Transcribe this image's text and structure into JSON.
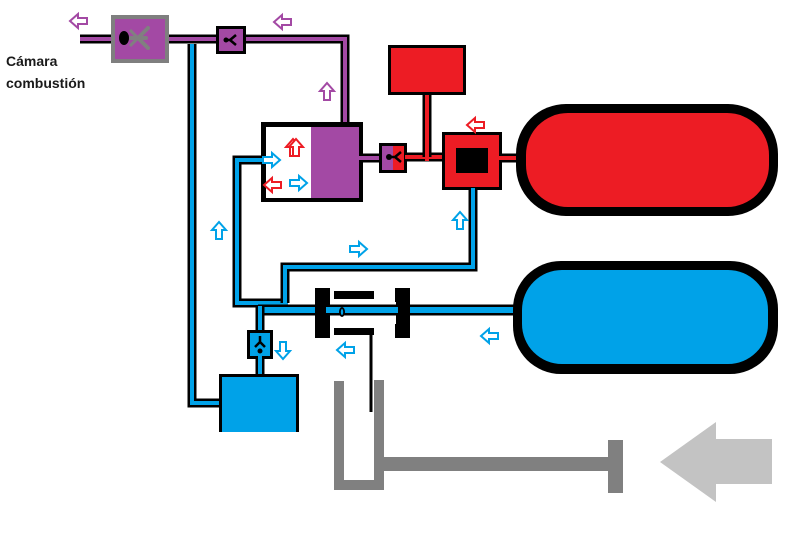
{
  "labels": {
    "chamber_line1": "Cámara",
    "chamber_line2": "combustión"
  },
  "colors": {
    "purple": "#a349a4",
    "red": "#ed1c24",
    "blue": "#00a2e8",
    "black": "#000000",
    "gray": "#7f7f7f",
    "light_gray": "#c3c3c3"
  },
  "components": [
    {
      "id": "combustion-chamber-valve",
      "fluid": "purple"
    },
    {
      "id": "check-valve-top",
      "fluid": "purple"
    },
    {
      "id": "mixing-chamber",
      "fluid": "purple"
    },
    {
      "id": "check-valve-mix",
      "fluid": "purple/red"
    },
    {
      "id": "red-reservoir",
      "fluid": "red"
    },
    {
      "id": "red-regulator",
      "fluid": "red"
    },
    {
      "id": "red-tank",
      "fluid": "red"
    },
    {
      "id": "blue-tank",
      "fluid": "blue"
    },
    {
      "id": "piston-valve",
      "fluid": "blue"
    },
    {
      "id": "check-valve-blue",
      "fluid": "blue"
    },
    {
      "id": "blue-reservoir",
      "fluid": "blue"
    },
    {
      "id": "lever",
      "fluid": "gray"
    },
    {
      "id": "push-arrow",
      "fluid": "light_gray"
    }
  ],
  "flow_arrows": [
    {
      "color": "purple",
      "direction": "left"
    },
    {
      "color": "purple",
      "direction": "left"
    },
    {
      "color": "purple",
      "direction": "up"
    },
    {
      "color": "red",
      "direction": "up"
    },
    {
      "color": "red",
      "direction": "left"
    },
    {
      "color": "blue",
      "direction": "right"
    },
    {
      "color": "blue",
      "direction": "right"
    },
    {
      "color": "red",
      "direction": "up"
    },
    {
      "color": "red",
      "direction": "left"
    },
    {
      "color": "blue",
      "direction": "up"
    },
    {
      "color": "blue",
      "direction": "up"
    },
    {
      "color": "blue",
      "direction": "right"
    },
    {
      "color": "blue",
      "direction": "left"
    },
    {
      "color": "blue",
      "direction": "left"
    },
    {
      "color": "blue",
      "direction": "down"
    }
  ]
}
